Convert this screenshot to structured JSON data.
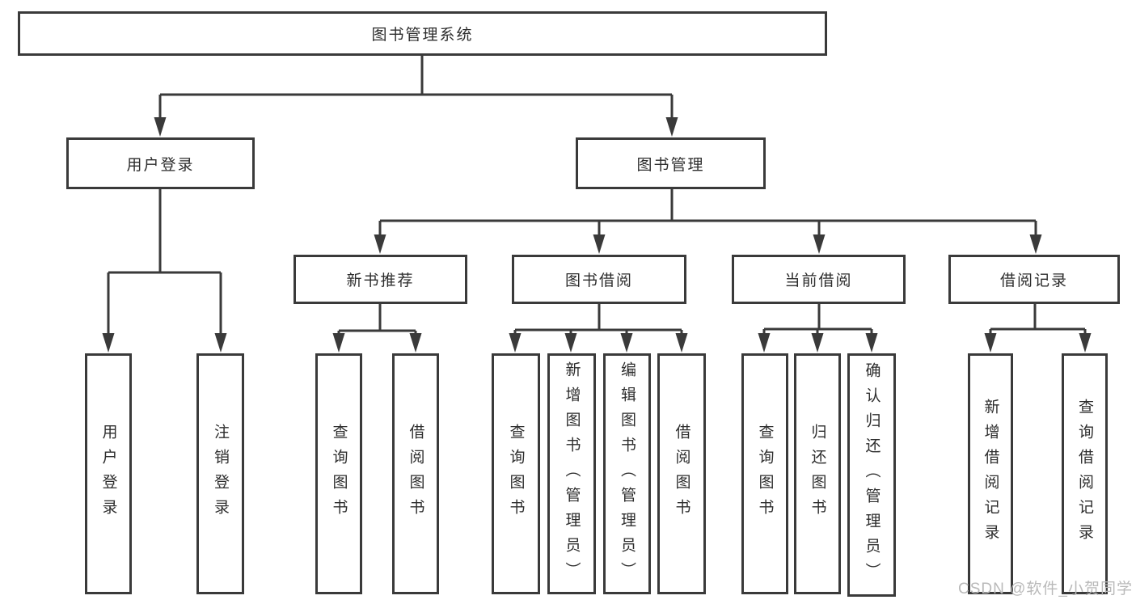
{
  "title": "图书管理系统",
  "watermark": "CSDN @软件_小贺同学",
  "colors": {
    "line": "#3a3a3a",
    "text": "#2d2d2d",
    "watermark": "#b9b9b9",
    "background": "#ffffff"
  },
  "nodes": {
    "root": {
      "label": "图书管理系统"
    },
    "user_login": {
      "label": "用户登录"
    },
    "book_mgmt": {
      "label": "图书管理"
    },
    "new_books": {
      "label": "新书推荐"
    },
    "book_borrow": {
      "label": "图书借阅"
    },
    "current_borrow": {
      "label": "当前借阅"
    },
    "borrow_records": {
      "label": "借阅记录"
    },
    "leaf_user_login": {
      "label": "用户登录"
    },
    "leaf_logout": {
      "label": "注销登录"
    },
    "leaf_nb_query": {
      "label": "查询图书"
    },
    "leaf_nb_borrow": {
      "label": "借阅图书"
    },
    "leaf_bb_query": {
      "label": "查询图书"
    },
    "leaf_bb_add": {
      "label": "新增图书（管理员）"
    },
    "leaf_bb_edit": {
      "label": "编辑图书（管理员）"
    },
    "leaf_bb_borrow": {
      "label": "借阅图书"
    },
    "leaf_cb_query": {
      "label": "查询图书"
    },
    "leaf_cb_return": {
      "label": "归还图书"
    },
    "leaf_cb_confirm": {
      "label": "确认归还（管理员）"
    },
    "leaf_br_add": {
      "label": "新增借阅记录"
    },
    "leaf_br_query": {
      "label": "查询借阅记录"
    }
  }
}
